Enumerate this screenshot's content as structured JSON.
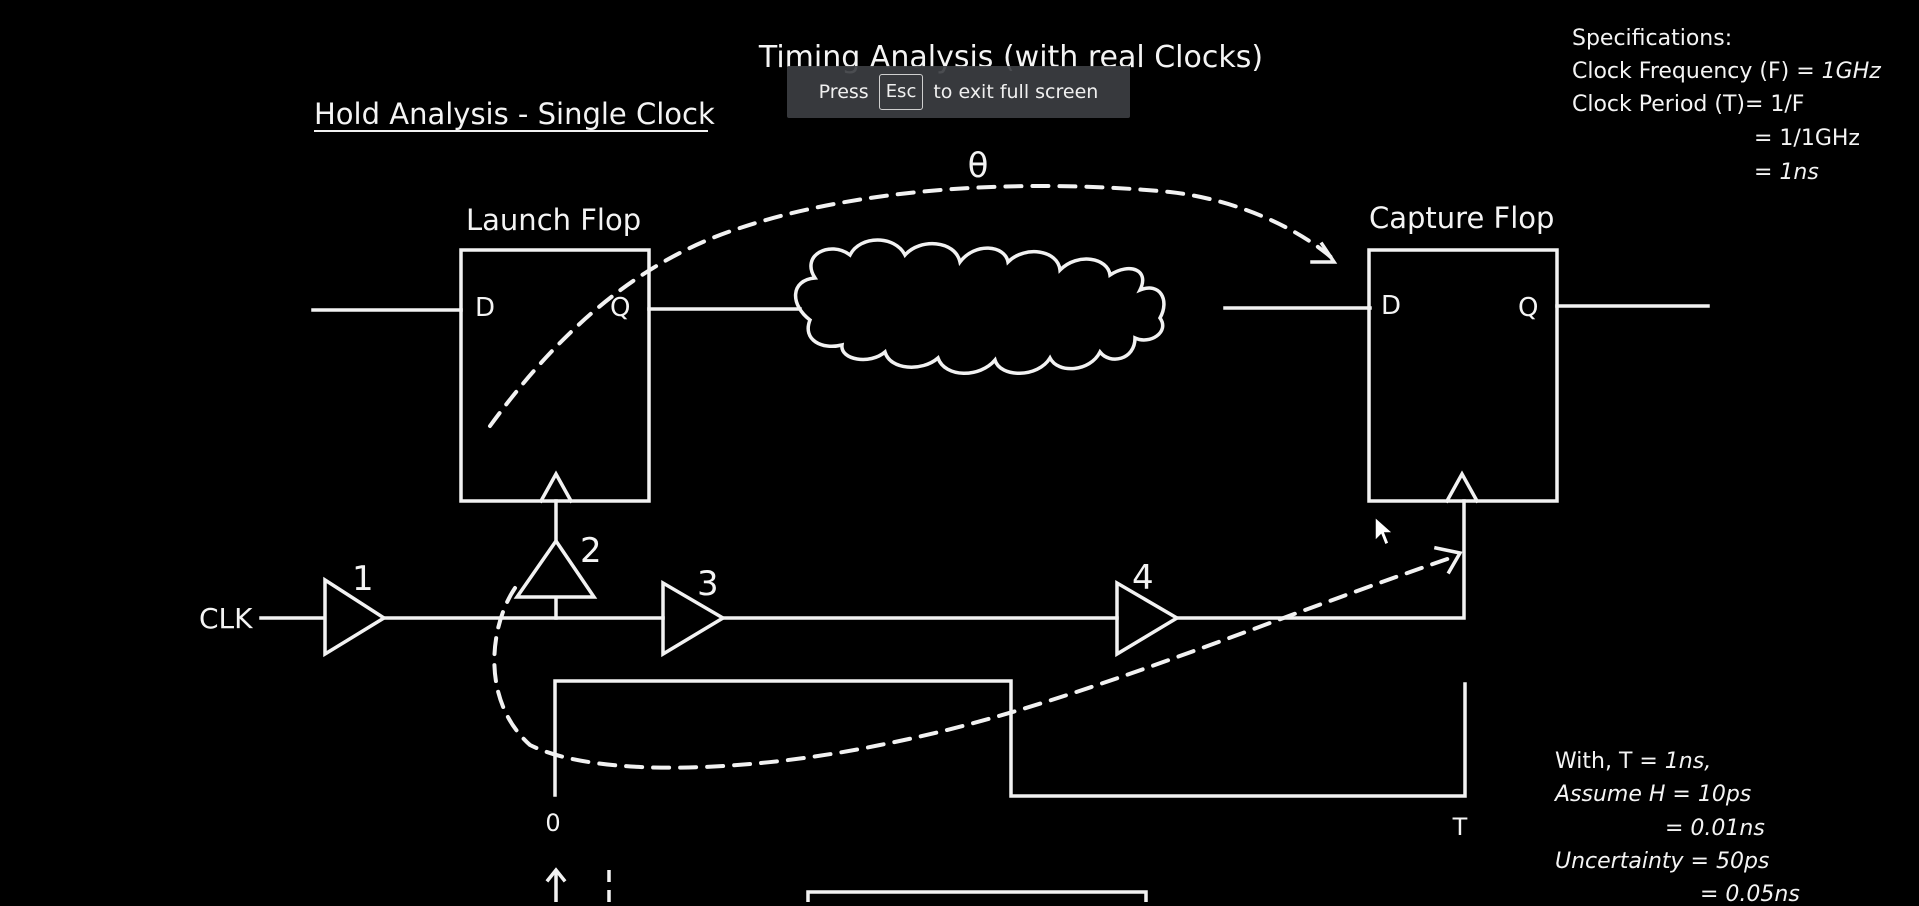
{
  "slide": {
    "title": "Timing Analysis (with real Clocks)",
    "section_heading": "Hold Analysis - Single Clock",
    "launch_flop_label": "Launch Flop",
    "capture_flop_label": "Capture Flop",
    "launch_d": "D",
    "launch_q": "Q",
    "capture_d": "D",
    "capture_q": "Q",
    "theta": "θ",
    "clk_label": "CLK",
    "buffers": [
      "1",
      "2",
      "3",
      "4"
    ],
    "waveform_start": "0",
    "waveform_end": "T",
    "specifications": {
      "heading": "Specifications:",
      "freq_label": "Clock Frequency (F) = ",
      "freq_value": "1GHz",
      "period_line": "Clock Period (T)= 1/F",
      "period_line2": "= 1/1GHz",
      "period_eq": "= ",
      "period_value": "1ns"
    },
    "assumptions": {
      "line1_prefix": "With, T = ",
      "line1_value": "1ns,",
      "line2": "Assume H = 10ps",
      "line3": "= 0.01ns",
      "line4": "Uncertainty = 50ps",
      "line5": "= 0.05ns"
    }
  },
  "fullscreen_notice": {
    "press": "Press",
    "key": "Esc",
    "rest": "to exit full screen"
  },
  "colors": {
    "background": "#000000",
    "foreground": "#f2f2f2",
    "toast_bg": "#3c3e42"
  }
}
